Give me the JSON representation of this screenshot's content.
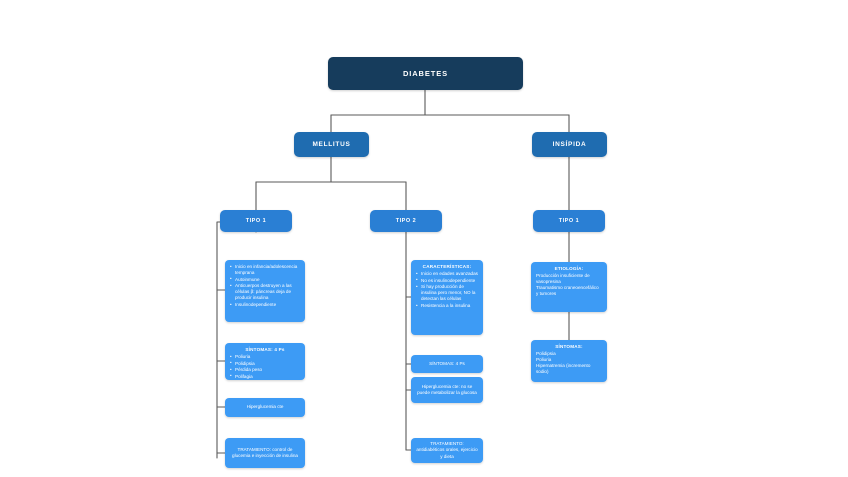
{
  "diagram": {
    "type": "concept-map",
    "title": "DIABETES",
    "palette": {
      "root": "#163c5c",
      "level2": "#1f6cb0",
      "level3": "#2a7fd4",
      "leaf": "#3d9bf5",
      "edge": "#5a5a5a",
      "background": "#ffffff",
      "text": "#ffffff"
    },
    "root": {
      "label": "DIABETES"
    },
    "level2": [
      {
        "id": "mellitus",
        "label": "MELLITUS"
      },
      {
        "id": "insipida",
        "label": "INSÍPIDA"
      }
    ],
    "level3": [
      {
        "id": "mellitus-tipo1",
        "label": "TIPO 1",
        "parent": "mellitus"
      },
      {
        "id": "mellitus-tipo2",
        "label": "TIPO 2",
        "parent": "mellitus"
      },
      {
        "id": "insipida-tipo1",
        "label": "TIPO 1",
        "parent": "insipida"
      }
    ],
    "branches": {
      "mellitus_tipo1": {
        "caracteristicas": {
          "title": "",
          "bullets": [
            "Inicio en infancia/adolescencia temprana",
            "Autoinmune",
            "Anticuerpos destruyen a las células β: páncreas deja de producir insulina",
            "Insulinodependiente"
          ]
        },
        "sintomas": {
          "title": "SÍNTOMAS: 4 Ps",
          "bullets": [
            "Poliuria",
            "Polidipsia",
            "Pérdida peso",
            "Polifagia"
          ]
        },
        "hiperglucemia": {
          "text": "Hiperglucemia cte"
        },
        "tratamiento": {
          "text": "TRATAMIENTO: control de glucemia e inyección de insulina"
        }
      },
      "mellitus_tipo2": {
        "caracteristicas": {
          "title": "CARACTERÍSTICAS:",
          "bullets": [
            "Inicio en edades avanzadas",
            "No es insulinodependiente",
            "Si hay producción de insulina pero menor, NO la detectan las células",
            "Resistencia a la insulina"
          ]
        },
        "sintomas": {
          "text": "SÍNTOMAS: 4 Ps"
        },
        "hiperglucemia": {
          "text": "Hiperglucemia cte: no se puede metabolizar la glucosa"
        },
        "tratamiento": {
          "text": "TRATAMIENTO: antidiabéticos orales, ejercicio y dieta"
        }
      },
      "insipida_tipo1": {
        "etiologia": {
          "title": "ETIOLOGÍA:",
          "lines": [
            "Producción insuficiente de vasopresina",
            "Traumatismo craneoencefálico y tumores"
          ]
        },
        "sintomas": {
          "title": "SÍNTOMAS:",
          "lines": [
            "Polidipsia",
            "Poliuria",
            "Hipernatremia (incremento sodio)"
          ]
        }
      }
    }
  }
}
